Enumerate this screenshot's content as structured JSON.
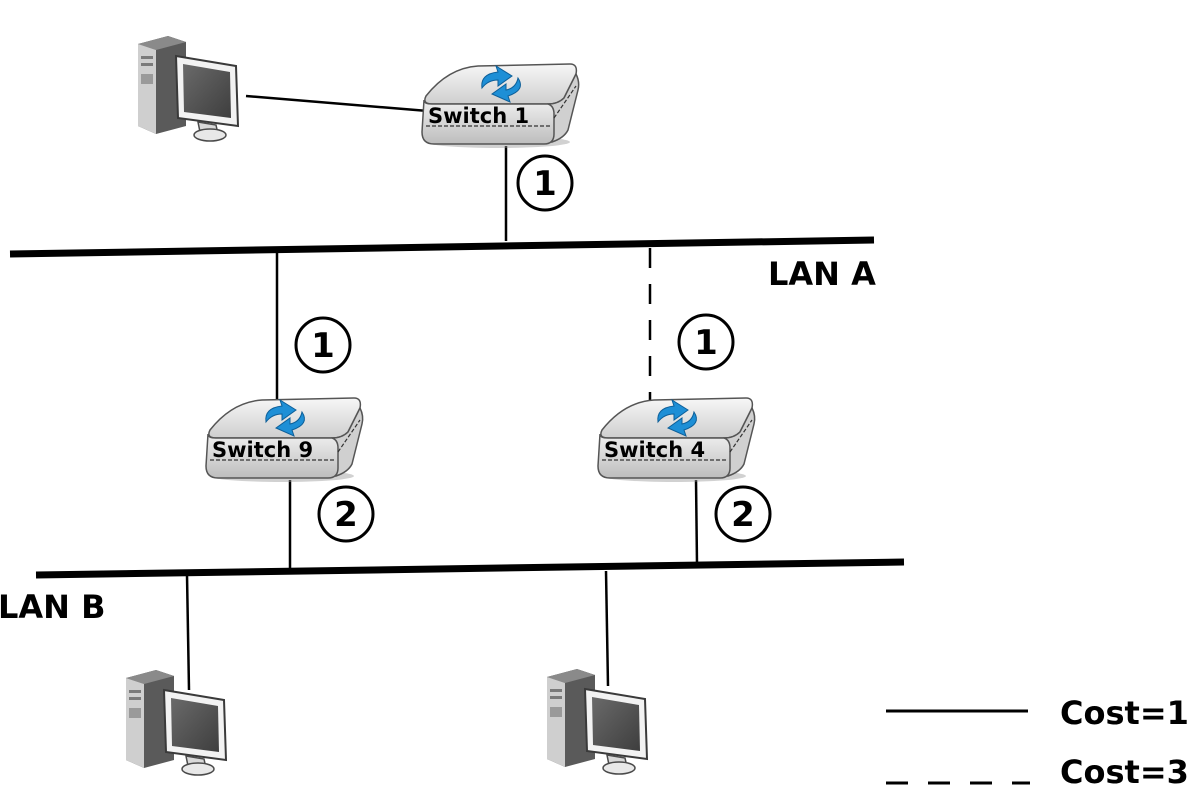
{
  "segments": {
    "lan_a": {
      "label": "LAN A"
    },
    "lan_b": {
      "label": "LAN B"
    }
  },
  "switches": [
    {
      "id": "switch1",
      "label": "Switch 1"
    },
    {
      "id": "switch9",
      "label": "Switch 9"
    },
    {
      "id": "switch4",
      "label": "Switch 4"
    }
  ],
  "port_costs": {
    "switch1_lan_a": "1",
    "switch9_lan_a": "1",
    "switch4_lan_a": "1",
    "switch9_lan_b": "2",
    "switch4_lan_b": "2"
  },
  "legend": {
    "solid": "Cost=1",
    "dashed": "Cost=3"
  },
  "colors": {
    "line": "#000000",
    "switch_body": "#e6e6e6",
    "switch_arrow": "#1e8fd6",
    "computer_dark": "#4a4a4a"
  }
}
